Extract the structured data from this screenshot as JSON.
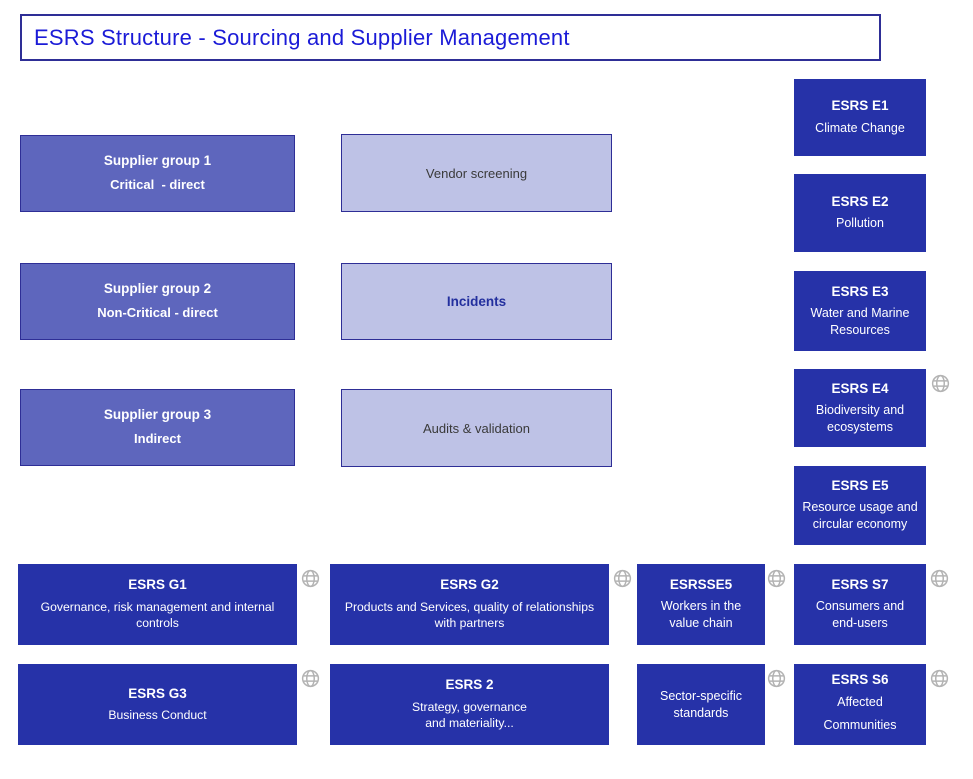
{
  "title": "ESRS Structure - Sourcing and Supplier Management",
  "colors": {
    "title_text": "#1b1bd7",
    "dark_blue_fill": "#2632a8",
    "medium_purple_fill": "#5e66bd",
    "lavender_fill": "#bec2e6",
    "box_border": "#2e2e96",
    "incidents_text": "#232f9e",
    "globe_gray": "#b3b3b3"
  },
  "supplier_groups": {
    "sg1": {
      "title": "Supplier group 1",
      "subtitle": "Critical  - direct"
    },
    "sg2": {
      "title": "Supplier group 2",
      "subtitle": "Non-Critical - direct"
    },
    "sg3": {
      "title": "Supplier group 3",
      "subtitle": "Indirect"
    }
  },
  "processes": {
    "vendor_screening": {
      "label": "Vendor screening"
    },
    "incidents": {
      "label": "Incidents"
    },
    "audits": {
      "label": "Audits & validation"
    }
  },
  "environment_standards": {
    "e1": {
      "code": "ESRS E1",
      "name": "Climate Change"
    },
    "e2": {
      "code": "ESRS E2",
      "name": "Pollution"
    },
    "e3": {
      "code": "ESRS E3",
      "name": "Water and Marine\nResources"
    },
    "e4": {
      "code": "ESRS E4",
      "name": "Biodiversity and\necosystems"
    },
    "e5": {
      "code": "ESRS E5",
      "name": "Resource usage and\ncircular economy"
    }
  },
  "governance_standards": {
    "g1": {
      "code": "ESRS G1",
      "name": "Governance, risk management and internal\ncontrols"
    },
    "g2": {
      "code": "ESRS G2",
      "name": "Products and Services, quality of relationships\nwith partners"
    },
    "se5": {
      "code": "ESRSSE5",
      "name": "Workers in the\nvalue chain"
    },
    "s7": {
      "code": "ESRS S7",
      "name": "Consumers and\nend-users"
    },
    "g3": {
      "code": "ESRS G3",
      "name": "Business Conduct"
    },
    "esrs2": {
      "code": "ESRS 2",
      "name": "Strategy, governance\nand materiality..."
    },
    "sector": {
      "name": "Sector-specific\nstandards"
    },
    "s6": {
      "code": "ESRS S6",
      "name": "Affected\nCommunities"
    }
  }
}
